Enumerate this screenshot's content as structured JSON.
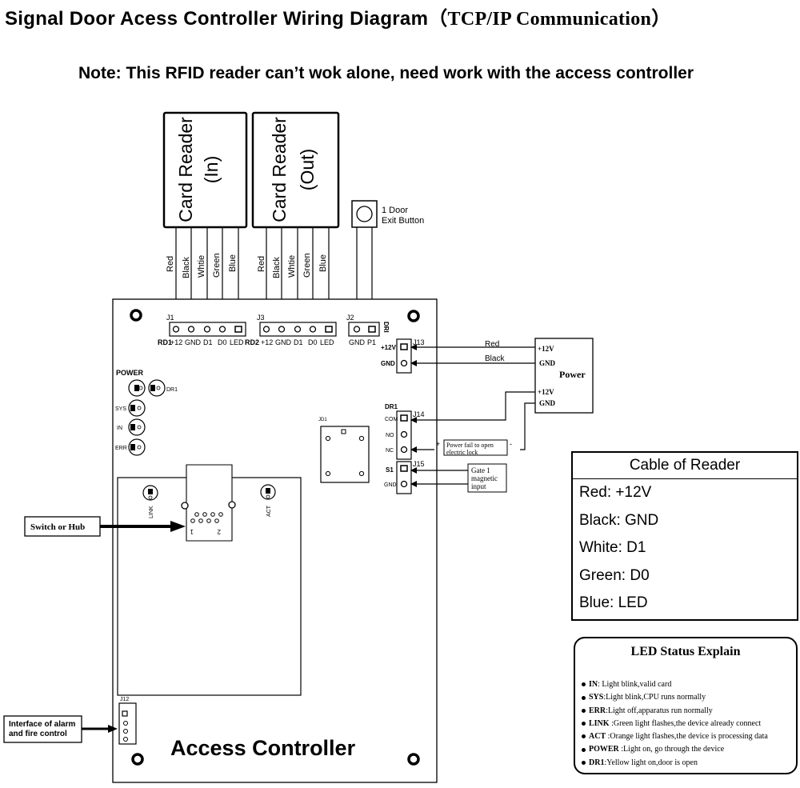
{
  "title": {
    "main": "Signal Door Acess Controller Wiring Diagram",
    "paren": "（TCP/IP Communication）"
  },
  "note": "Note: This RFID reader can’t wok alone, need work with the access controller",
  "readers": [
    {
      "line1": "Card Reader",
      "line2": "(In)"
    },
    {
      "line1": "Card Reader",
      "line2": "(Out)"
    }
  ],
  "wire_colors_reader1": [
    "Red",
    "Black",
    "Whtie",
    "Green",
    "Blue"
  ],
  "wire_colors_reader2": [
    "Red",
    "Black",
    "Whtie",
    "Green",
    "Blue"
  ],
  "exit_button": {
    "line1": "1 Door",
    "line2": "Exit Button"
  },
  "j1": {
    "id": "J1",
    "rd": "RD1",
    "pins": [
      "+12",
      "GND",
      "D1",
      "D0",
      "LED"
    ]
  },
  "j3": {
    "id": "J3",
    "rd": "RD2",
    "pins": [
      "+12",
      "GND",
      "D1",
      "D0",
      "LED"
    ]
  },
  "j2": {
    "id": "J2",
    "pins": [
      "GND",
      "P1"
    ],
    "side": "DRI"
  },
  "j13": {
    "id": "J13",
    "pins": [
      "+12V",
      "GND"
    ]
  },
  "j14": {
    "id": "J14",
    "group": "DR1",
    "pins": [
      "COM",
      "NO",
      "NC"
    ]
  },
  "j15": {
    "id": "J15",
    "pins": [
      "S1",
      "GND"
    ]
  },
  "j12": {
    "id": "J12"
  },
  "jd1": "JD1",
  "power_supply": {
    "label": "Power",
    "pin1": "+12V",
    "pin2": "GND",
    "pin3": "+12V",
    "pin4": "GND",
    "wire_red": "Red",
    "wire_black": "Black"
  },
  "lock_note": {
    "plus": "+",
    "line1": "Power fail to open",
    "line2": "electric lock",
    "minus": "-"
  },
  "gate_note": {
    "line1": "Gate 1",
    "line2": "magnetic",
    "line3": "input"
  },
  "leds": {
    "power": "POWER",
    "dr1": "DR1",
    "sys": "SYS",
    "in": "IN",
    "err": "ERR",
    "link": "LINK",
    "act": "ACT"
  },
  "rj45_pins": {
    "p1": "1",
    "p2": "2"
  },
  "switch_label": "Switch or Hub",
  "alarm_label": {
    "line1": "Interface of alarm",
    "line2": "and fire control"
  },
  "controller_label": "Access Controller",
  "cable_table": {
    "header": "Cable of Reader",
    "rows": [
      "Red: +12V",
      "Black: GND",
      "White: D1",
      "Green: D0",
      "Blue: LED"
    ]
  },
  "led_status": {
    "header": "LED Status Explain",
    "items": [
      {
        "key": "IN",
        "text": ": Light blink,valid card"
      },
      {
        "key": "SYS",
        "text": ":Light blink,CPU runs normally"
      },
      {
        "key": "ERR",
        "text": ":Light off,apparatus run normally"
      },
      {
        "key": "LINK",
        "text": " :Green light flashes,the device already connect"
      },
      {
        "key": "ACT",
        "text": " :Orange light flashes,the device is processing data"
      },
      {
        "key": "POWER",
        "text": " :Light on, go through the device"
      },
      {
        "key": "DR1",
        "text": ":Yellow light on,door is open"
      }
    ]
  }
}
